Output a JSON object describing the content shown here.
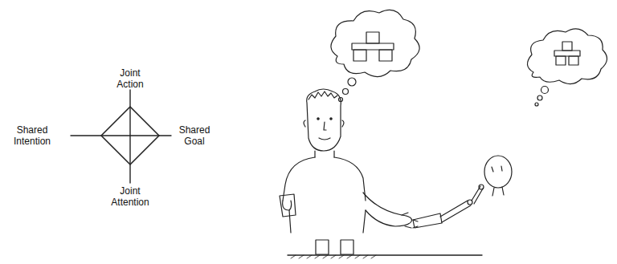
{
  "diagram": {
    "labels": [
      "Joint Action",
      "Shared Intention",
      "Shared Goal",
      "Joint Attention"
    ]
  }
}
